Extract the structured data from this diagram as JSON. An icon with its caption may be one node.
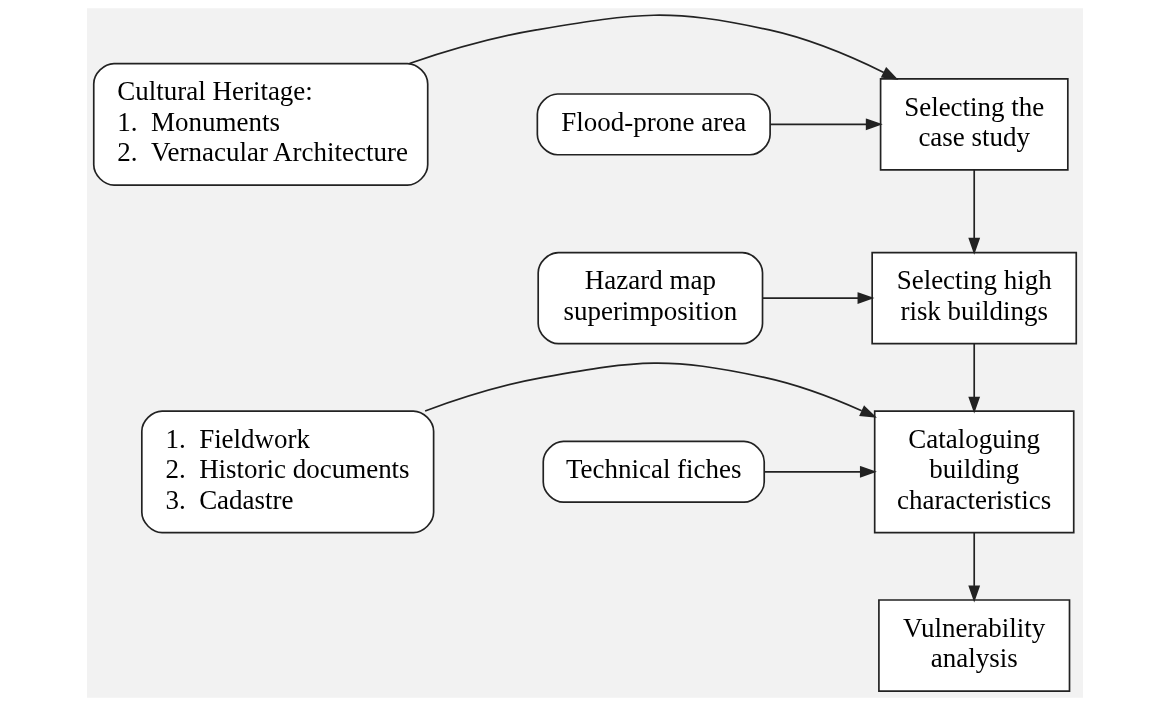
{
  "diagram": {
    "nodes": [
      {
        "text": [
          "Cultural Heritage:",
          "1.  Monuments",
          "2.  Vernacular Architecture"
        ]
      },
      {
        "text": [
          "Selecting the case study"
        ]
      },
      {
        "text": [
          "Flood-prone area"
        ]
      },
      {
        "text": [
          "Selecting high risk buildings"
        ]
      },
      {
        "text": [
          "Hazard map superimposition"
        ]
      },
      {
        "text": [
          "1.  Fieldwork",
          "2.  Historic documents",
          "3.  Cadastre"
        ]
      },
      {
        "text": [
          "Cataloguing building characteristics"
        ]
      },
      {
        "text": [
          "Technical fiches"
        ]
      },
      {
        "text": [
          "Vulnerability analysis"
        ]
      }
    ],
    "edges": [
      {
        "from": 0,
        "to": 1,
        "arrow": "to"
      },
      {
        "from": 2,
        "to": 1,
        "arrow": "to"
      },
      {
        "from": 1,
        "to": 3,
        "arrow": "to"
      },
      {
        "from": 4,
        "to": 3,
        "arrow": "to"
      },
      {
        "from": 3,
        "to": 6,
        "arrow": "to"
      },
      {
        "from": 5,
        "to": 6,
        "arrow": "to"
      },
      {
        "from": 7,
        "to": 6,
        "arrow": "to"
      },
      {
        "from": 6,
        "to": 8,
        "arrow": "to"
      }
    ]
  }
}
